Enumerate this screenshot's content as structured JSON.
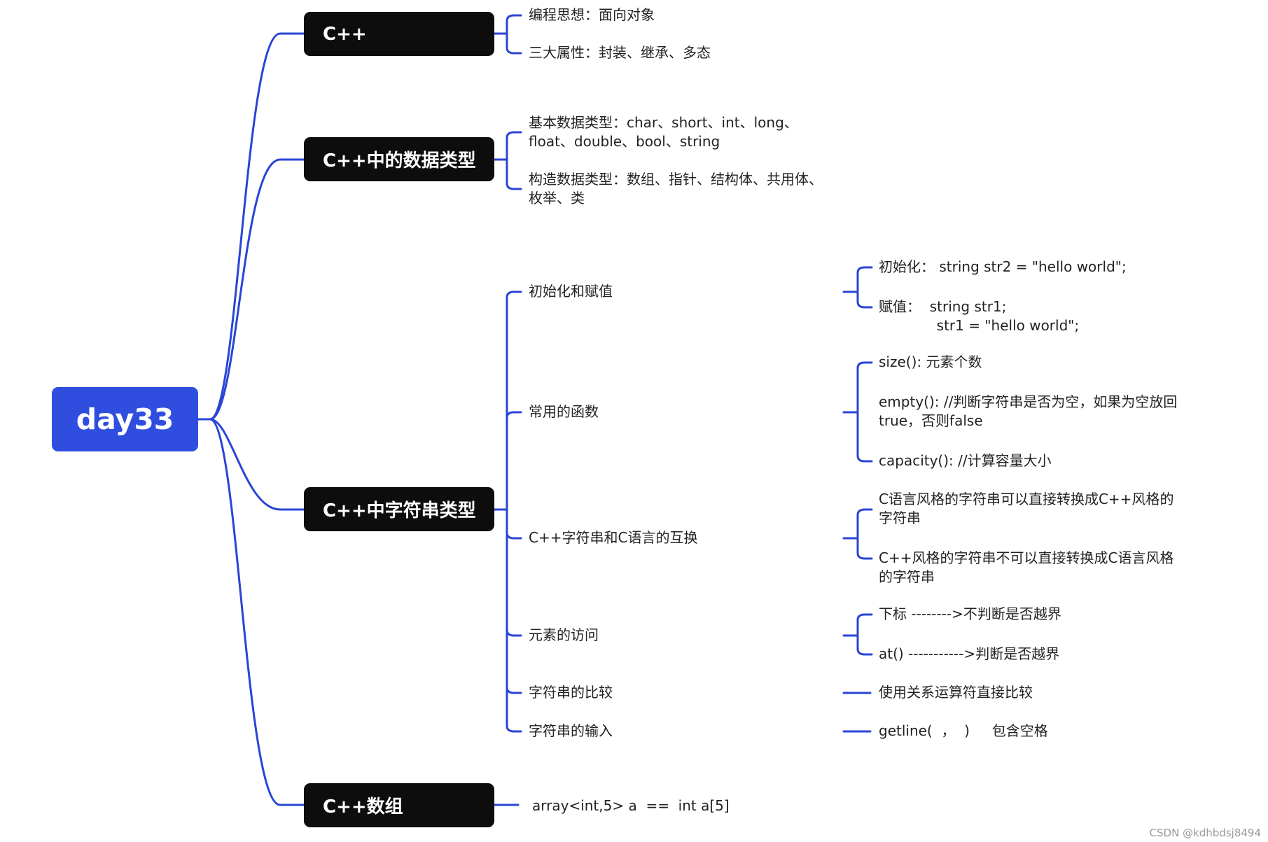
{
  "root": {
    "label": "day33"
  },
  "colors": {
    "accent": "#2f4ee0",
    "branch_bg": "#0d0d0d",
    "line": "#2a45d6"
  },
  "branches": [
    {
      "label": "C++",
      "items": [
        {
          "text": "编程思想：面向对象"
        },
        {
          "text": "三大属性：封装、继承、多态"
        }
      ]
    },
    {
      "label": "C++中的数据类型",
      "items": [
        {
          "text": "基本数据类型：char、short、int、long、\nfloat、double、bool、string"
        },
        {
          "text": "构造数据类型：数组、指针、结构体、共用体、\n枚举、类"
        }
      ]
    },
    {
      "label": "C++中字符串类型",
      "items": [
        {
          "text": "初始化和赋值",
          "children": [
            "初始化： string str2 = \"hello world\";",
            "赋值：  string str1;\n             str1 = \"hello world\";"
          ]
        },
        {
          "text": "常用的函数",
          "children": [
            "size(): 元素个数",
            "empty(): //判断字符串是否为空，如果为空放回\ntrue，否则false",
            "capacity(): //计算容量大小"
          ]
        },
        {
          "text": "C++字符串和C语言的互换",
          "children": [
            "C语言风格的字符串可以直接转换成C++风格的\n字符串",
            "C++风格的字符串不可以直接转换成C语言风格\n的字符串"
          ]
        },
        {
          "text": "元素的访问",
          "children": [
            "下标 -------->不判断是否越界",
            "at() ----------->判断是否越界"
          ]
        },
        {
          "text": "字符串的比较",
          "children": [
            "使用关系运算符直接比较"
          ]
        },
        {
          "text": "字符串的输入",
          "children": [
            "getline(  ，  )     包含空格"
          ]
        }
      ]
    },
    {
      "label": "C++数组",
      "items": [
        {
          "text": "array<int,5> a  ==  int a[5]"
        }
      ]
    }
  ],
  "watermark": "CSDN @kdhbdsj8494"
}
